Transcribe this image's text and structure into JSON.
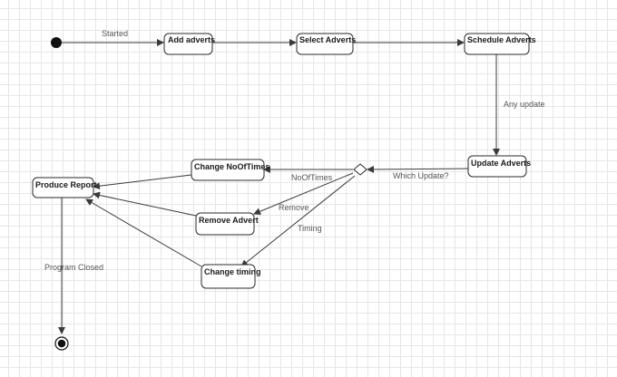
{
  "diagram": {
    "states": {
      "add_adverts": "Add adverts",
      "select_adverts": "Select Adverts",
      "schedule_adverts": "Schedule Adverts",
      "update_adverts": "Update Adverts",
      "change_nooftimes": "Change NoOfTimes",
      "remove_advert": "Remove Advert",
      "change_timing": "Change timing",
      "produce_report": "Produce Report"
    },
    "transitions": {
      "started": "Started",
      "any_update": "Any update",
      "which_update": "Which Update?",
      "nooftimes": "NoOfTimes",
      "remove": "Remove",
      "timing": "Timing",
      "program_closed": "Program Closed"
    },
    "colors": {
      "line": "#3a3a3a",
      "box_border": "#2b2b2b",
      "label": "#555555",
      "grid": "#e6e6e6"
    }
  }
}
